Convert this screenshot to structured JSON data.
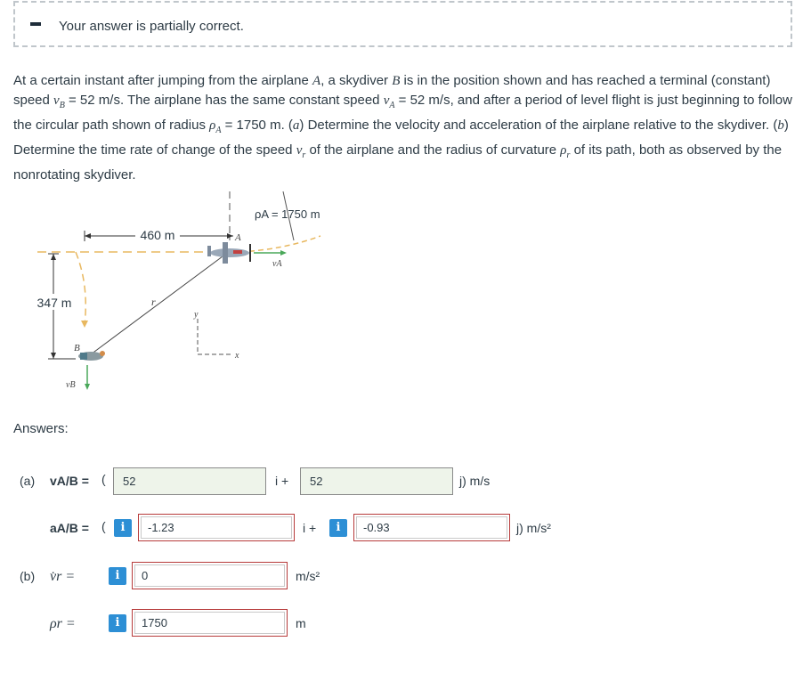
{
  "banner": {
    "message": "Your answer is partially correct."
  },
  "problem": {
    "p1": "At a certain instant after jumping from the airplane ",
    "p2": ", a skydiver ",
    "p3": " is in the position shown and has reached a terminal (constant) speed ",
    "p4": " = 52 m/s. The airplane has the same constant speed ",
    "p5": " = 52 m/s, and after a period of level flight is just beginning to follow the circular path shown of radius ",
    "p6": " = 1750 m. (",
    "p7": ") Determine the velocity and acceleration of the airplane relative to the skydiver. (",
    "p8": ") Determine the time rate of change of the speed ",
    "p9": " of the airplane and the radius of curvature ",
    "p10": " of its path, both as observed by the nonrotating skydiver.",
    "A": "A",
    "B": "B",
    "a": "a",
    "b": "b",
    "vB": "v",
    "vB_sub": "B",
    "vA": "v",
    "vA_sub": "A",
    "rhoA": "ρ",
    "rhoA_sub": "A",
    "vr": "v",
    "vr_sub": "r",
    "rhor": "ρ",
    "rhor_sub": "r"
  },
  "figure": {
    "dist_horizontal": "460 m",
    "dist_vertical": "347 m",
    "radius_label": "ρA = 1750 m",
    "label_A": "A",
    "label_B": "B",
    "label_r": "r",
    "label_y": "y",
    "label_x": "x",
    "label_vA": "vA",
    "label_vB": "vB"
  },
  "answers": {
    "heading": "Answers:",
    "a_tag": "(a)",
    "b_tag": "(b)",
    "vAB_label": "vA/B =",
    "aAB_label": "aA/B =",
    "vr_dot_label": "v̇r =",
    "rho_r_label": "ρr =",
    "open_paren": "(",
    "i_plus": "i +",
    "j_ms": "j) m/s",
    "j_ms2": "j) m/s²",
    "unit_ms2": "m/s²",
    "unit_m": "m",
    "vAB_i": "52",
    "vAB_j": "52",
    "aAB_i": "-1.23",
    "aAB_j": "-0.93",
    "vr_dot": "0",
    "rho_r": "1750",
    "info_glyph": "i"
  }
}
